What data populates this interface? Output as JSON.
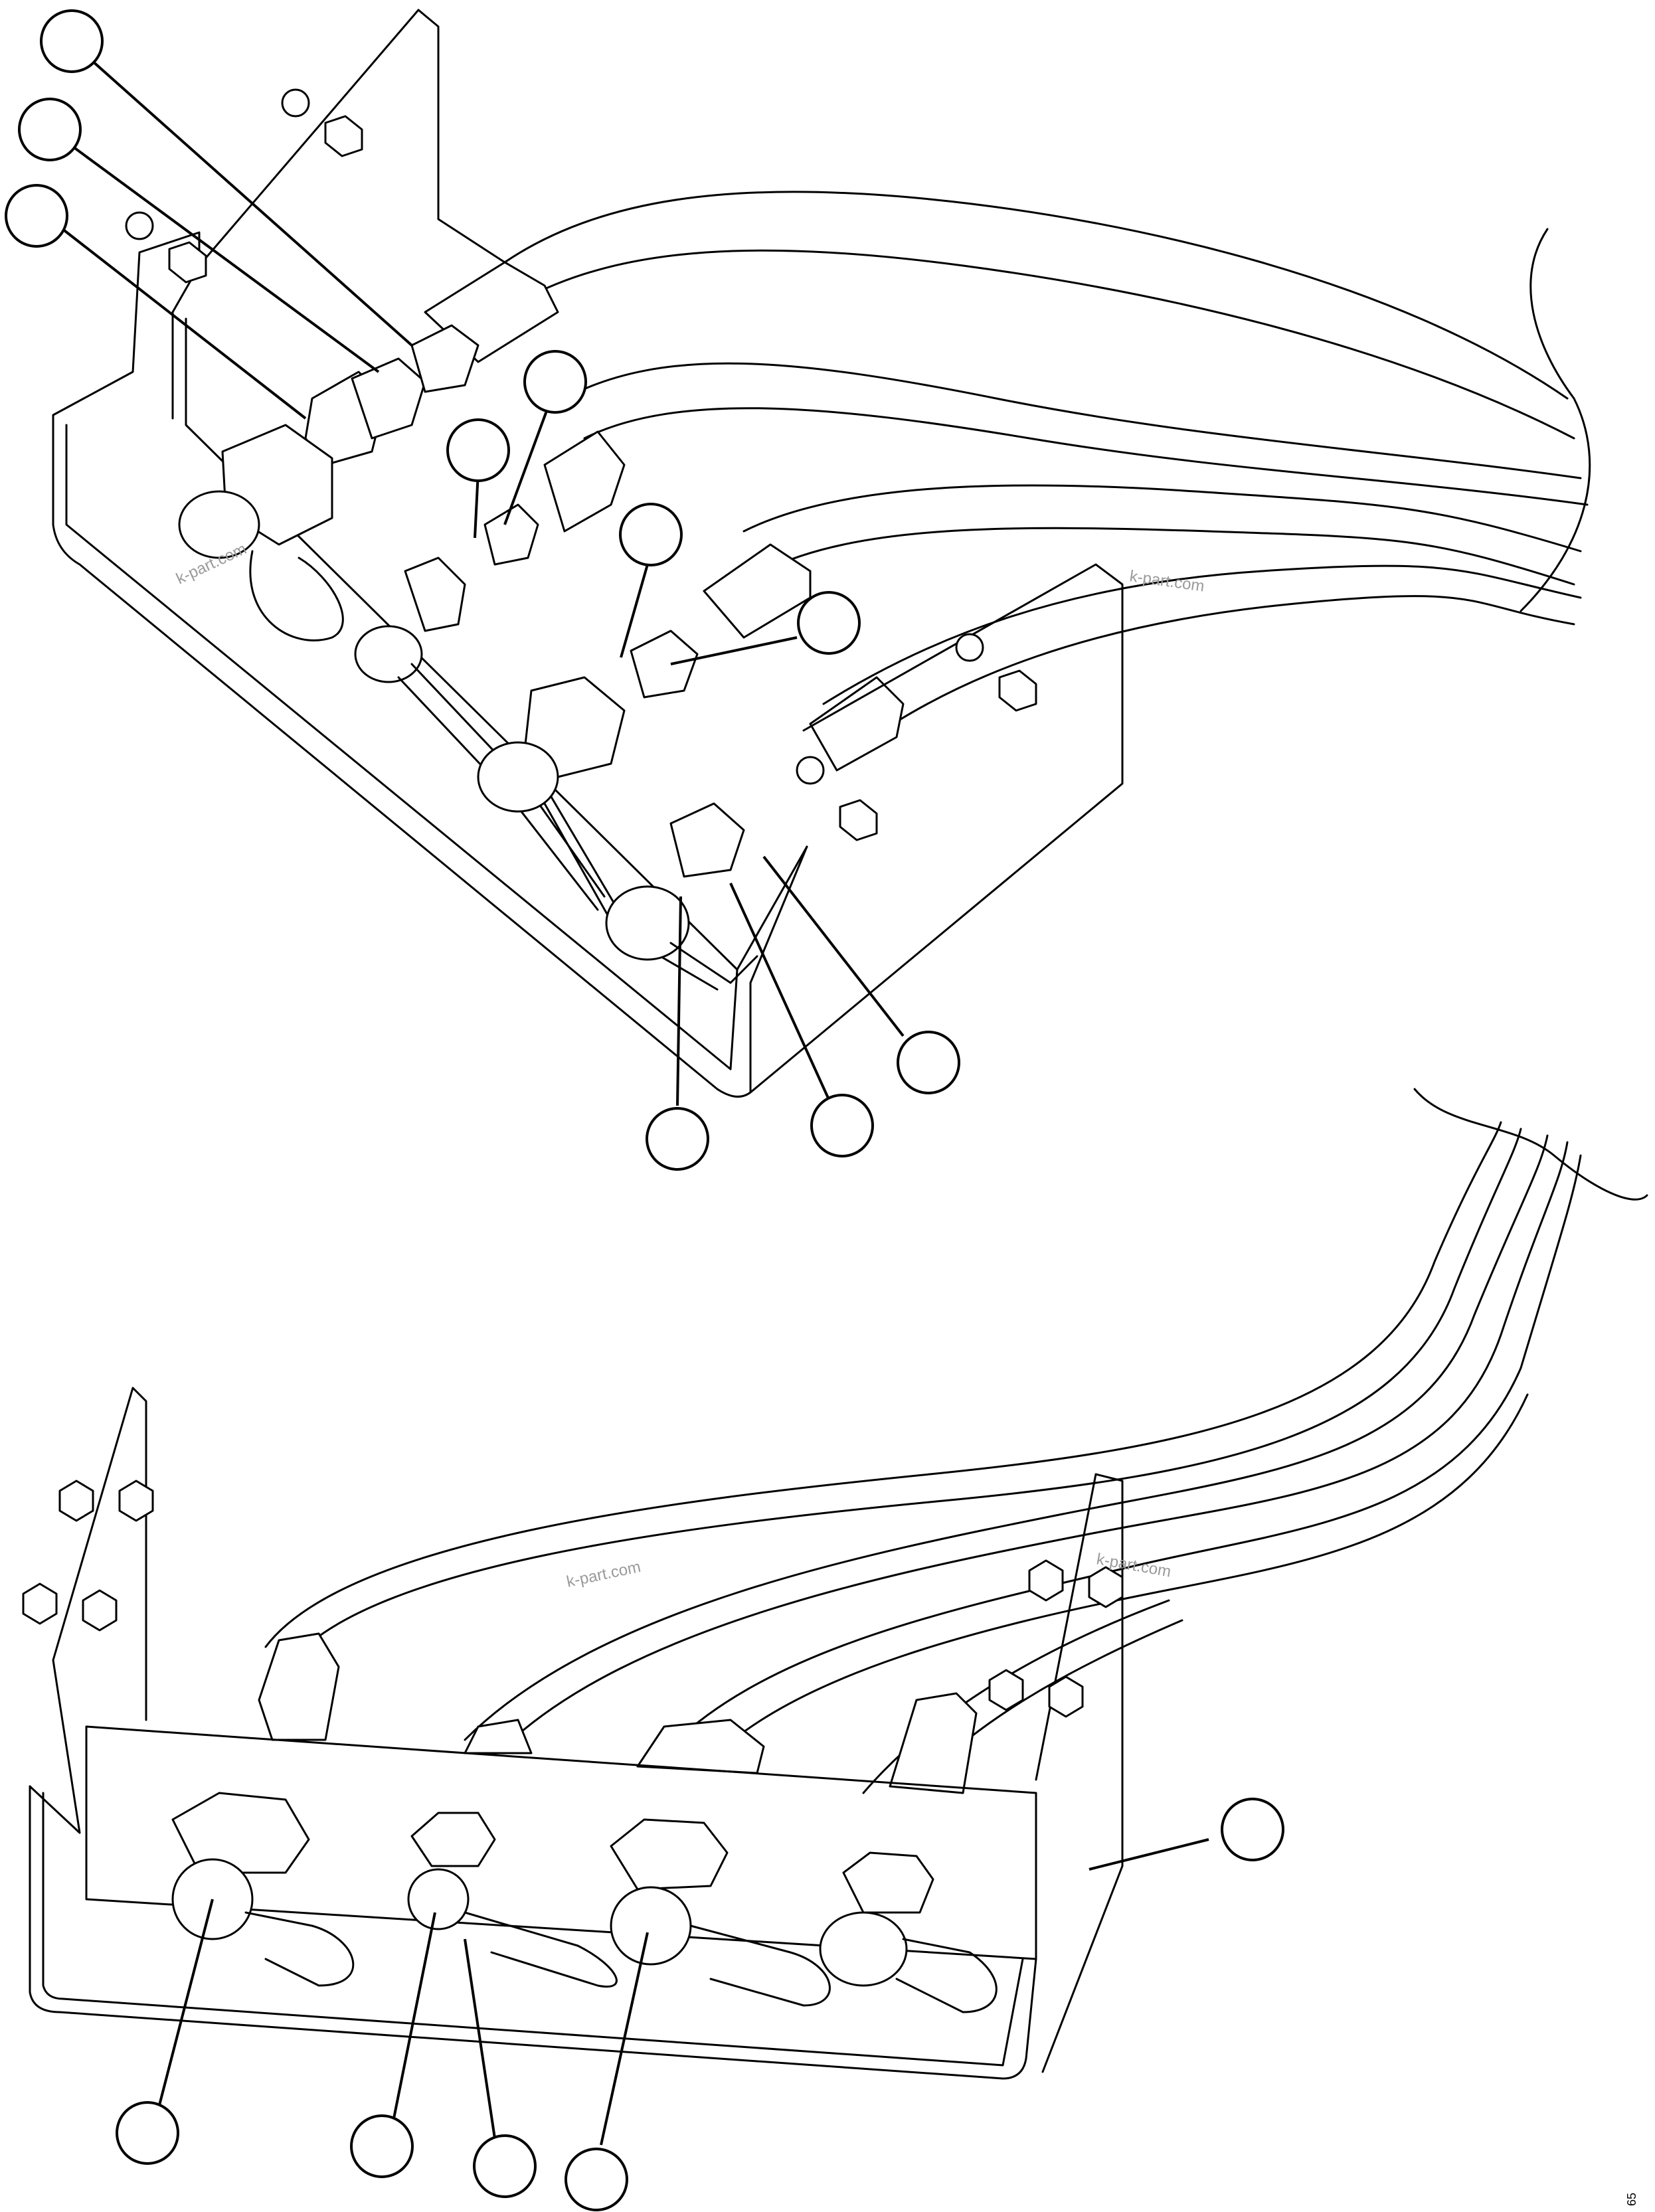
{
  "watermarks": [
    "k-part.com",
    "k-part.com",
    "k-part.com",
    "k-part.com"
  ],
  "drawing_code": "65",
  "callouts": {
    "top": [
      "",
      "",
      "",
      "",
      "",
      "",
      "",
      "",
      "",
      ""
    ],
    "bottom": [
      "",
      "",
      "",
      "",
      ""
    ]
  }
}
